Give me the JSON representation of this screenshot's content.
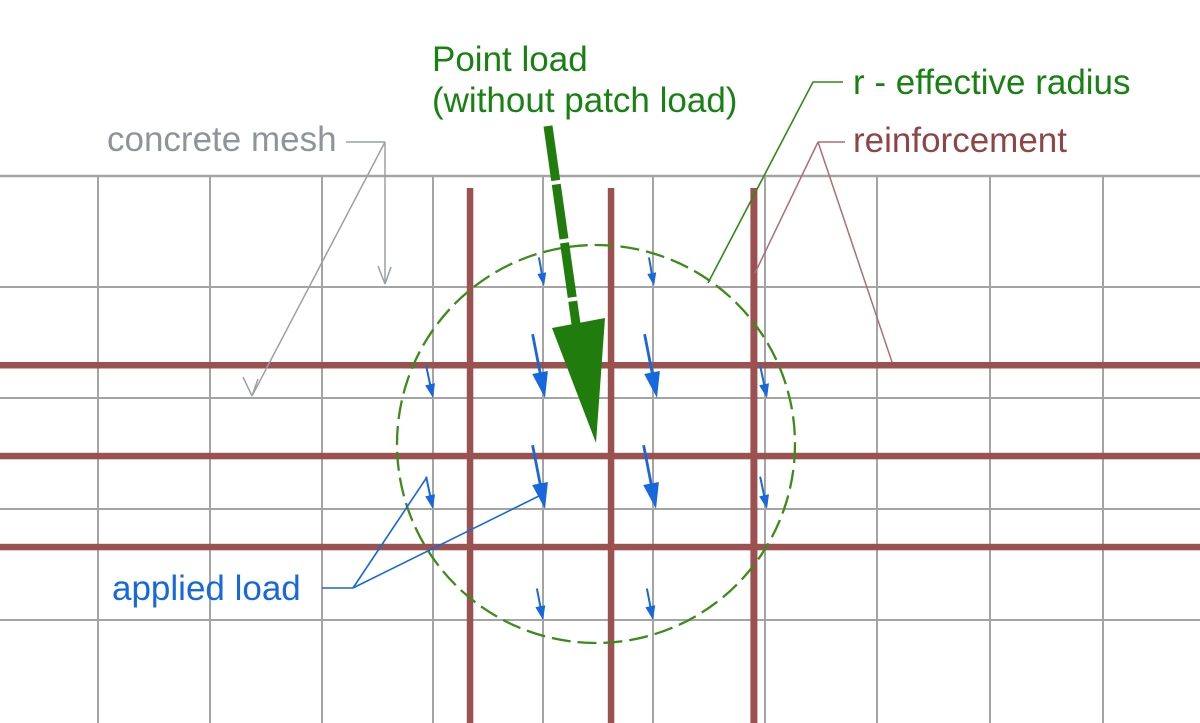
{
  "labels": {
    "concrete_mesh": "concrete mesh",
    "point_load_line1": "Point load",
    "point_load_line2": "(without patch load)",
    "effective_radius": "r - effective radius",
    "reinforcement": "reinforcement",
    "applied_load": "applied load"
  },
  "colors": {
    "grid": "#a4a4a4",
    "gray_text": "#8e949b",
    "gray_leader": "#9aa0a4",
    "maroon_bar": "#9c5151",
    "maroon_text": "#8e4545",
    "maroon_leader": "#ad6f6f",
    "green_text": "#178212",
    "green_arrow": "#207d0d",
    "green_circle": "#3b8c19",
    "green_leader": "#2f8a14",
    "blue": "#1767df"
  }
}
